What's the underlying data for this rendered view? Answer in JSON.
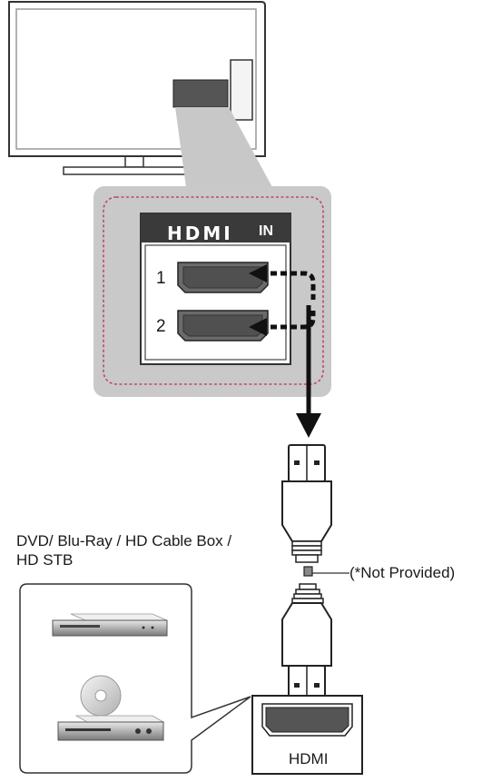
{
  "hdmi_panel": {
    "brand": "HDMI",
    "suffix": "IN",
    "ports": [
      "1",
      "2"
    ]
  },
  "device_caption": "DVD/ Blu-Ray / HD Cable Box / HD STB",
  "cable_note": "(*Not Provided)",
  "device_port_label": "HDMI"
}
